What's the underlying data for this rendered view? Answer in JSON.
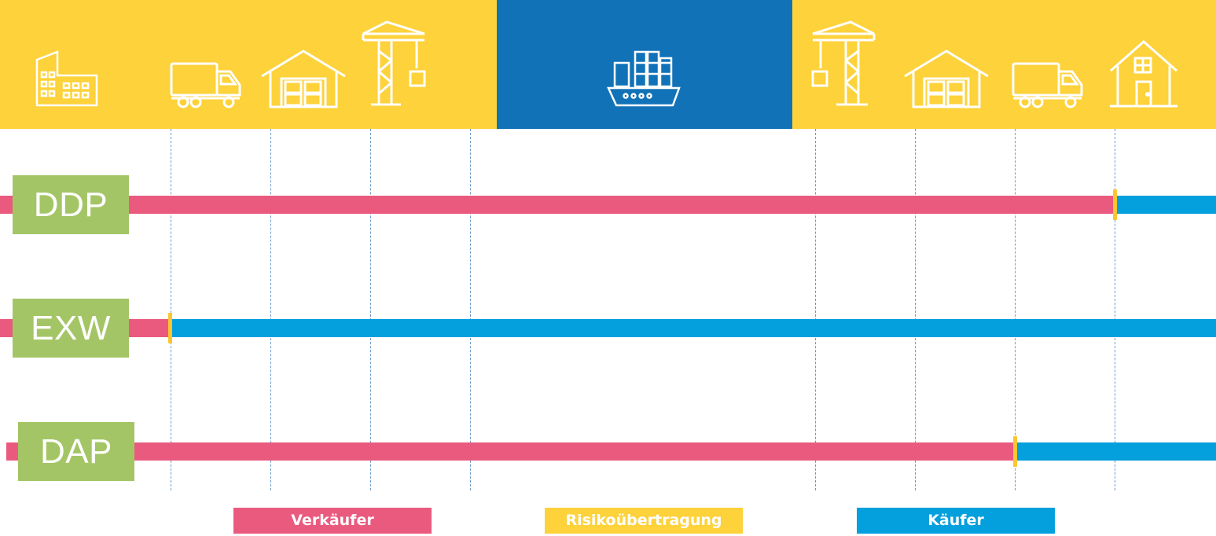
{
  "icons": [
    {
      "name": "factory-icon"
    },
    {
      "name": "truck-icon"
    },
    {
      "name": "warehouse-icon"
    },
    {
      "name": "crane-icon"
    },
    {
      "name": "container-ship-icon"
    },
    {
      "name": "crane-icon"
    },
    {
      "name": "warehouse-icon"
    },
    {
      "name": "truck-icon"
    },
    {
      "name": "house-icon"
    }
  ],
  "rows": [
    {
      "label": "DDP",
      "risk_transfer_stage": "house"
    },
    {
      "label": "EXW",
      "risk_transfer_stage": "factory-exit"
    },
    {
      "label": "DAP",
      "risk_transfer_stage": "destination-truck"
    }
  ],
  "legend": {
    "seller": "Verkäufer",
    "risk": "Risikoübertragung",
    "buyer": "Käufer"
  },
  "colors": {
    "header_yellow": "#fdd23a",
    "header_blue": "#1272b8",
    "seller": "#ea5a7e",
    "buyer": "#049fdd",
    "risk": "#fbc630",
    "badge": "#a4c566"
  }
}
